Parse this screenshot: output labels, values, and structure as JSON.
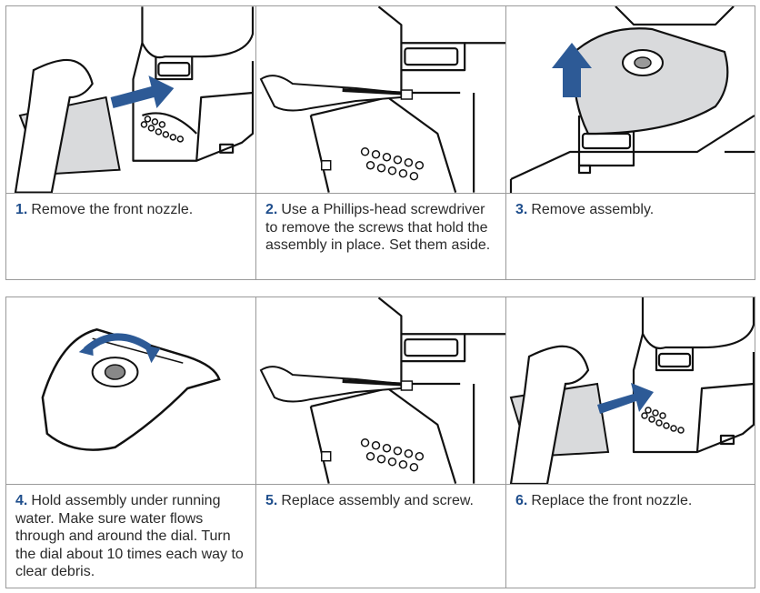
{
  "steps": [
    {
      "number": "1.",
      "text": "Remove the front nozzle."
    },
    {
      "number": "2.",
      "text": "Use a Phillips-head screwdriver to remove the screws that hold the assembly in place. Set them aside."
    },
    {
      "number": "3.",
      "text": "Remove assembly."
    },
    {
      "number": "4.",
      "text": "Hold assembly under running water. Make sure water flows through and around the dial. Turn the dial about 10 times each way to clear debris."
    },
    {
      "number": "5.",
      "text": "Replace assembly and screw."
    },
    {
      "number": "6.",
      "text": "Replace the front nozzle."
    }
  ],
  "colors": {
    "accent": "#1f4e8c",
    "arrow": "#2d5a96",
    "part_fill": "#d9dadc",
    "border": "#9a9a9a"
  }
}
